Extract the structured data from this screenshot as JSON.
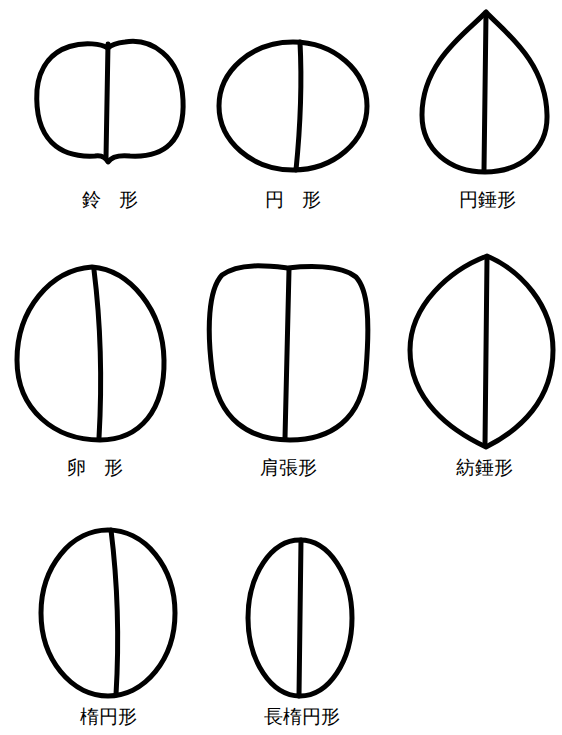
{
  "diagram": {
    "labels": [
      "鈴形",
      "円形",
      "円錘形",
      "卵形",
      "肩張形",
      "紡錘形",
      "楕円形",
      "長楕円形"
    ]
  }
}
